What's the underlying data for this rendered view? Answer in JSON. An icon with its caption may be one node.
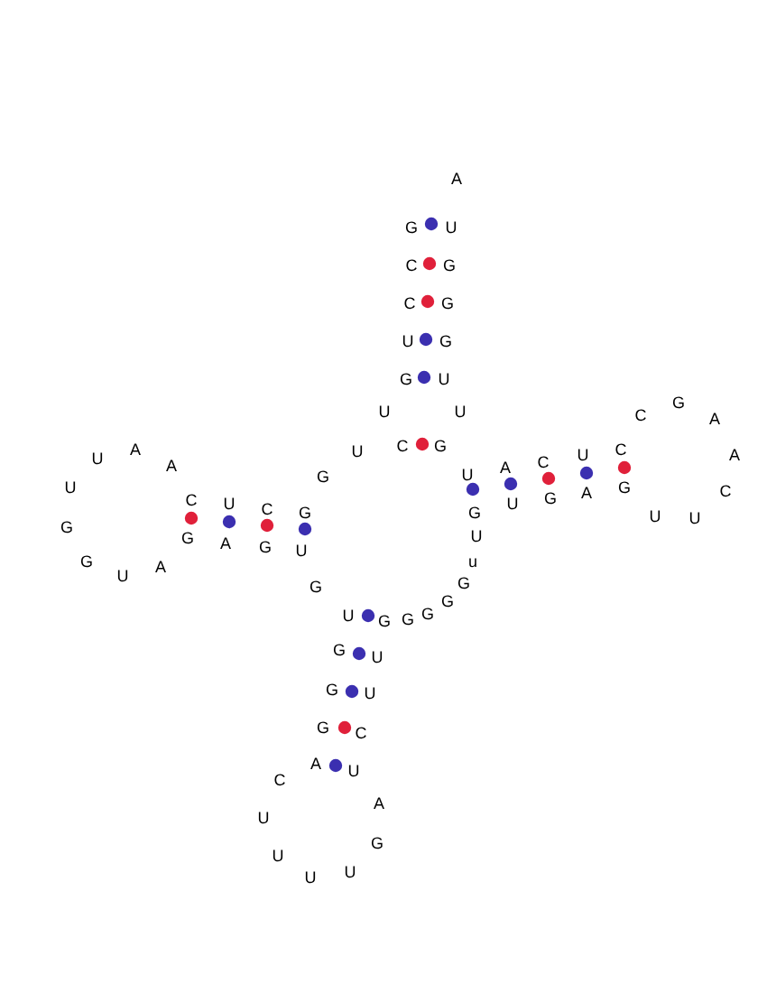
{
  "diagram": {
    "labels": [
      "A",
      "G",
      "U",
      "C",
      "G",
      "C",
      "G",
      "U",
      "G",
      "G",
      "U",
      "U",
      "U",
      "U",
      "C",
      "G",
      "U",
      "A",
      "A",
      "G",
      "U",
      "A",
      "C",
      "U",
      "C",
      "C",
      "G",
      "A",
      "A",
      "U",
      "C",
      "C",
      "U",
      "C",
      "G",
      "G",
      "G",
      "A",
      "G",
      "U",
      "G",
      "U",
      "G",
      "A",
      "G",
      "U",
      "U",
      "U",
      "G",
      "U",
      "A",
      "u",
      "G",
      "G",
      "G",
      "U",
      "G",
      "G",
      "G",
      "G",
      "U",
      "G",
      "U",
      "G",
      "C",
      "A",
      "U",
      "C",
      "A",
      "U",
      "G",
      "U",
      "U",
      "U"
    ]
  }
}
